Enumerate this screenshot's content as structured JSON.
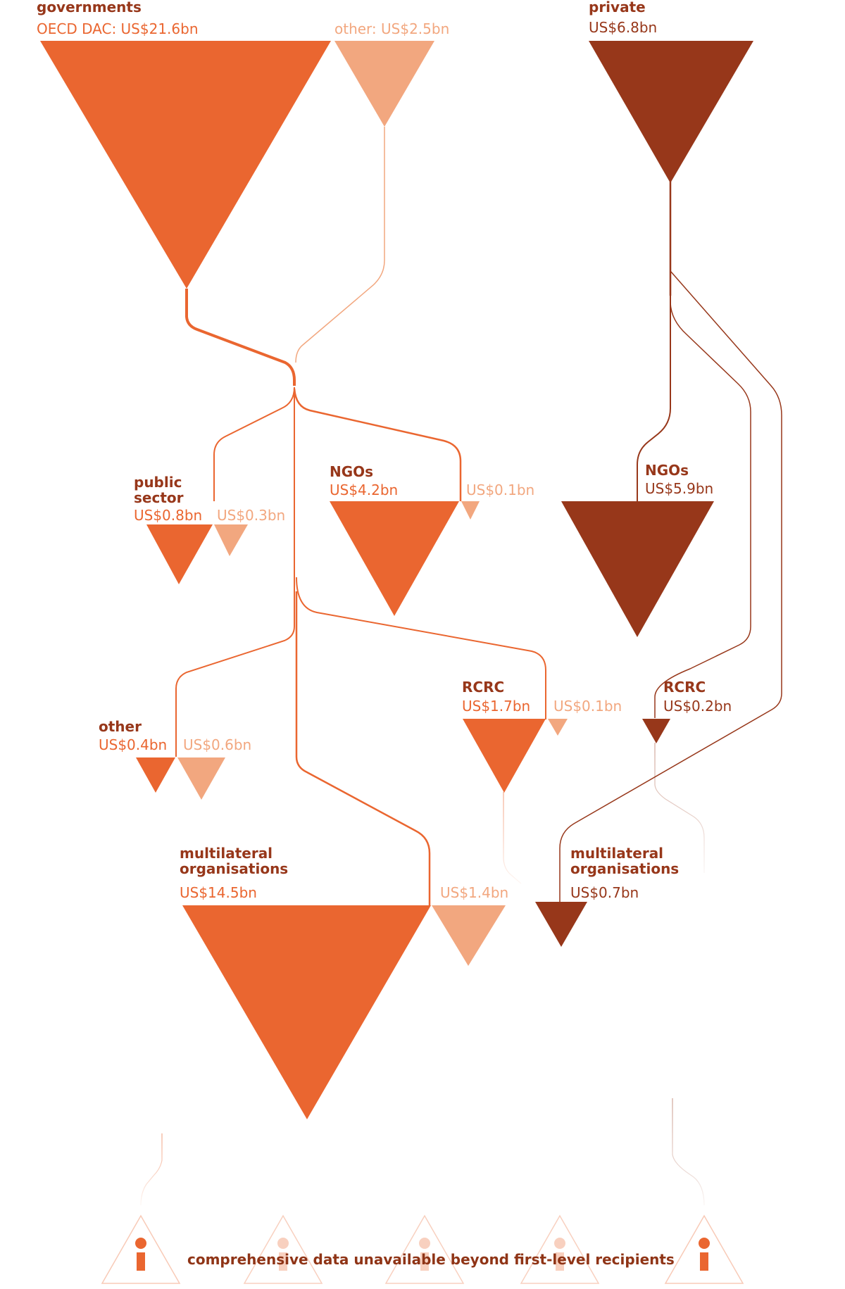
{
  "colors": {
    "oecd_dac": "#ea6630",
    "other_gov": "#f2a77f",
    "private": "#97371a",
    "footer_text": "#8f3416"
  },
  "sources": {
    "governments": {
      "title": "governments",
      "oecd_dac_label": "OECD DAC: US$21.6bn",
      "other_label": "other: US$2.5bn"
    },
    "private": {
      "title": "private",
      "value_label": "US$6.8bn"
    }
  },
  "recipients": {
    "public_sector": {
      "title": "public sector",
      "title_line1": "public",
      "title_line2": "sector",
      "dac_value": "US$0.8bn",
      "other_value": "US$0.3bn"
    },
    "gov_ngos": {
      "title": "NGOs",
      "dac_value": "US$4.2bn",
      "other_value": "US$0.1bn"
    },
    "private_ngos": {
      "title": "NGOs",
      "value": "US$5.9bn"
    },
    "gov_other": {
      "title": "other",
      "dac_value": "US$0.4bn",
      "other_value": "US$0.6bn"
    },
    "gov_rcrc": {
      "title": "RCRC",
      "dac_value": "US$1.7bn",
      "other_value": "US$0.1bn"
    },
    "private_rcrc": {
      "title": "RCRC",
      "value": "US$0.2bn"
    },
    "gov_multilateral": {
      "title": "multilateral organisations",
      "title_line1": "multilateral",
      "title_line2": "organisations",
      "dac_value": "US$14.5bn",
      "other_value": "US$1.4bn"
    },
    "private_multilateral": {
      "title": "multilateral organisations",
      "title_line1": "multilateral",
      "title_line2": "organisations",
      "value": "US$0.7bn"
    }
  },
  "flow_values_bn": {
    "oecd_dac_total": 21.6,
    "other_gov_total": 2.5,
    "private_total": 6.8,
    "public_sector_dac": 0.8,
    "public_sector_other": 0.3,
    "ngos_dac": 4.2,
    "ngos_other": 0.1,
    "ngos_private": 5.9,
    "other_dac": 0.4,
    "other_other": 0.6,
    "rcrc_dac": 1.7,
    "rcrc_other": 0.1,
    "rcrc_private": 0.2,
    "multilateral_dac": 14.5,
    "multilateral_other": 1.4,
    "multilateral_private": 0.7
  },
  "footer": {
    "text": "comprehensive data unavailable beyond first-level recipients",
    "icon": "person-warning-icon"
  }
}
